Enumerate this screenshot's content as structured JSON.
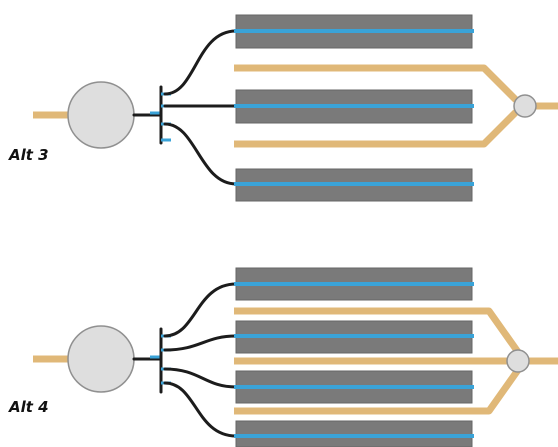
{
  "diagrams": [
    {
      "label": "Alt 3",
      "bars": 3,
      "bypass_lines": 2
    },
    {
      "label": "Alt 4",
      "bars": 4,
      "bypass_lines": 3
    }
  ],
  "colors": {
    "bar": "#7a7a7a",
    "bar_edge": "#666666",
    "blue_line": "#3aa3d8",
    "tan_line": "#e0b878",
    "tan_edge": "#b48c4e",
    "circle_fill": "#dedede",
    "circle_stroke": "#909090",
    "wire": "#1c1c1c"
  }
}
